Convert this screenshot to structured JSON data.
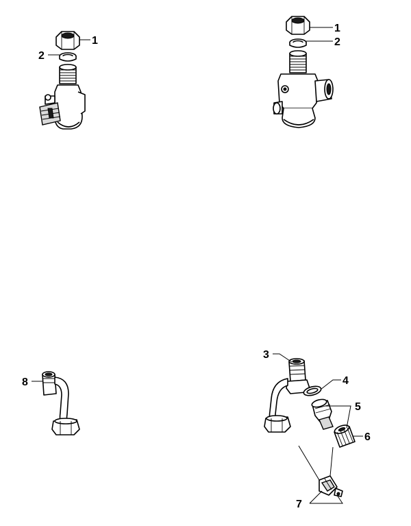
{
  "callouts": {
    "c1a": "1",
    "c2a": "2",
    "c1b": "1",
    "c2b": "2",
    "c8": "8",
    "c3": "3",
    "c4": "4",
    "c5": "5",
    "c6": "6",
    "c7": "7"
  }
}
